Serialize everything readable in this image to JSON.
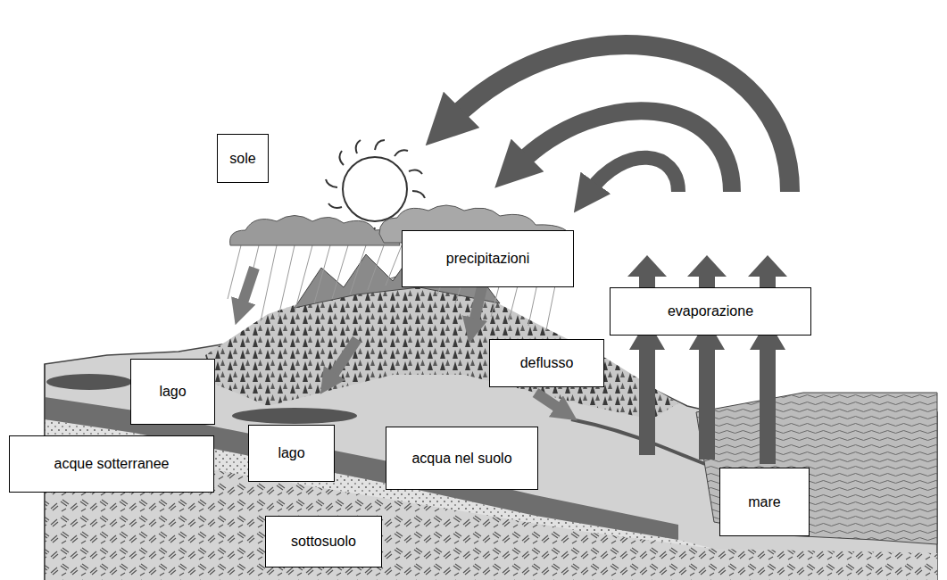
{
  "diagram": {
    "nodes": [
      {
        "text": [
          "sole"
        ]
      },
      {
        "text": [
          "precipitazioni"
        ]
      },
      {
        "text": [
          "evaporazione"
        ]
      },
      {
        "text": [
          "deflusso"
        ]
      },
      {
        "text": [
          "lago"
        ]
      },
      {
        "text": [
          "lago"
        ]
      },
      {
        "text": [
          "acqua nel suolo"
        ]
      },
      {
        "text": [
          "acque sotterranee"
        ]
      },
      {
        "text": [
          "mare"
        ]
      },
      {
        "text": [
          "sottosuolo"
        ]
      }
    ]
  }
}
